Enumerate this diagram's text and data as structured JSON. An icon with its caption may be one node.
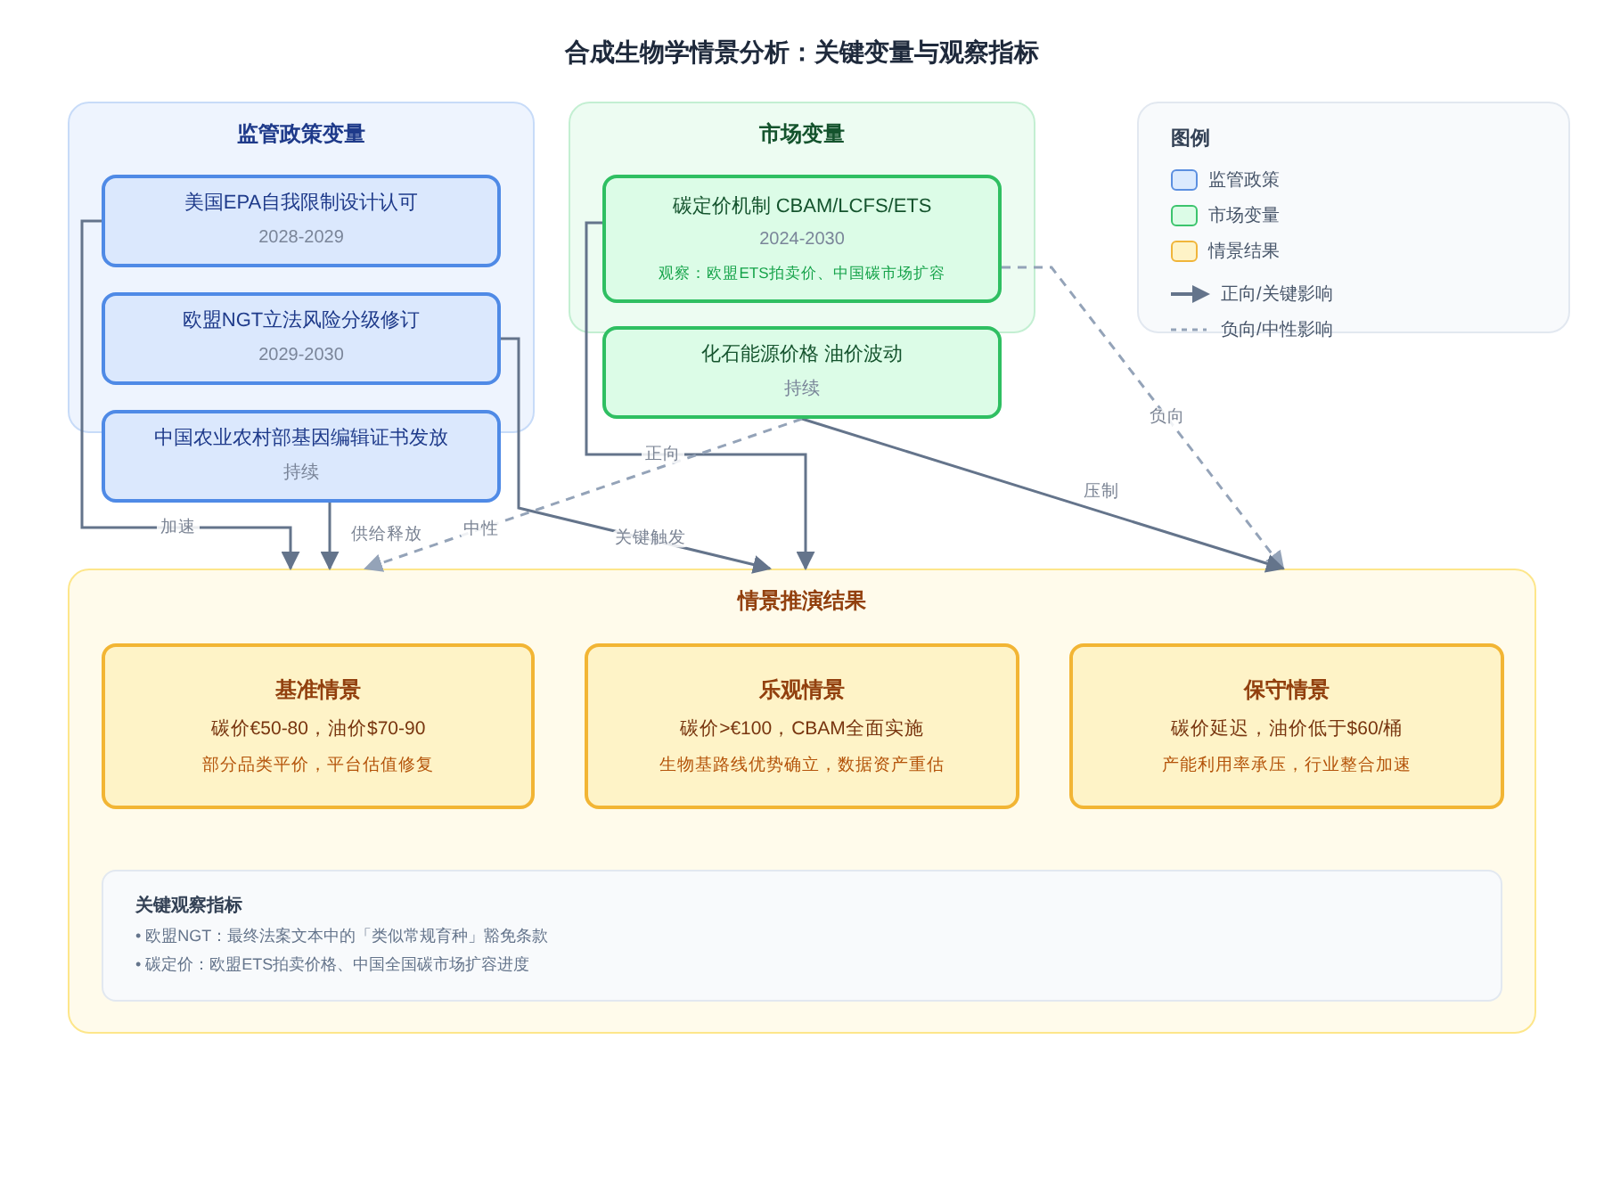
{
  "diagram": {
    "title": "合成生物学情景分析：关键变量与观察指标",
    "nodes": [
      {
        "text": [
          "监管政策变量"
        ]
      },
      {
        "text": [
          "美国EPA自我限制设计认可",
          "2028-2029"
        ],
        "in": 0
      },
      {
        "text": [
          "欧盟NGT立法风险分级修订",
          "2029-2030"
        ],
        "in": 0
      },
      {
        "text": [
          "中国农业农村部基因编辑证书发放",
          "持续"
        ]
      },
      {
        "text": [
          "市场变量"
        ]
      },
      {
        "text": [
          "碳定价机制 CBAM/LCFS/ETS",
          "2024-2030",
          "观察：欧盟ETS拍卖价、中国碳市场扩容"
        ],
        "in": 4
      },
      {
        "text": [
          "化石能源价格 油价波动",
          "持续"
        ]
      },
      {
        "text": [
          "情景推演结果"
        ]
      },
      {
        "text": [
          "基准情景",
          "碳价€50-80，油价$70-90",
          "部分品类平价，平台估值修复"
        ],
        "in": 7
      },
      {
        "text": [
          "乐观情景",
          "碳价>€100，CBAM全面实施",
          "生物基路线优势确立，数据资产重估"
        ],
        "in": 7
      },
      {
        "text": [
          "保守情景",
          "碳价延迟，油价低于$60/桶",
          "产能利用率承压，行业整合加速"
        ],
        "in": 7
      },
      {
        "text": [
          "关键观察指标",
          "• 欧盟NGT：最终法案文本中的「类似常规育种」豁免条款",
          "• 碳定价：欧盟ETS拍卖价格、中国全国碳市场扩容进度"
        ],
        "in": 7
      }
    ],
    "edges": [
      {
        "from": 1,
        "to": 7,
        "arrow": "to",
        "label": "加速"
      },
      {
        "from": 2,
        "to": 7,
        "arrow": "to",
        "label": "关键触发"
      },
      {
        "from": 3,
        "to": 7,
        "arrow": "to",
        "label": "供给释放"
      },
      {
        "from": 5,
        "to": 7,
        "arrow": "to",
        "label": "正向"
      },
      {
        "from": 5,
        "to": 7,
        "arrow": "to",
        "label": "负向",
        "style": "dashed",
        "color": "#94a3b8"
      },
      {
        "from": 6,
        "to": 7,
        "arrow": "to",
        "label": "压制"
      },
      {
        "from": 6,
        "to": 7,
        "arrow": "to",
        "label": "中性",
        "style": "dashed",
        "color": "#94a3b8"
      }
    ],
    "labels": [
      "图例"
    ],
    "legend": [
      {
        "text": "监管政策",
        "color": "#dbeafe"
      },
      {
        "text": "市场变量",
        "color": "#dcfce7"
      },
      {
        "text": "情景结果",
        "color": "#fef3c7"
      },
      {
        "text": "正向/关键影响"
      },
      {
        "text": "负向/中性影响"
      }
    ]
  }
}
